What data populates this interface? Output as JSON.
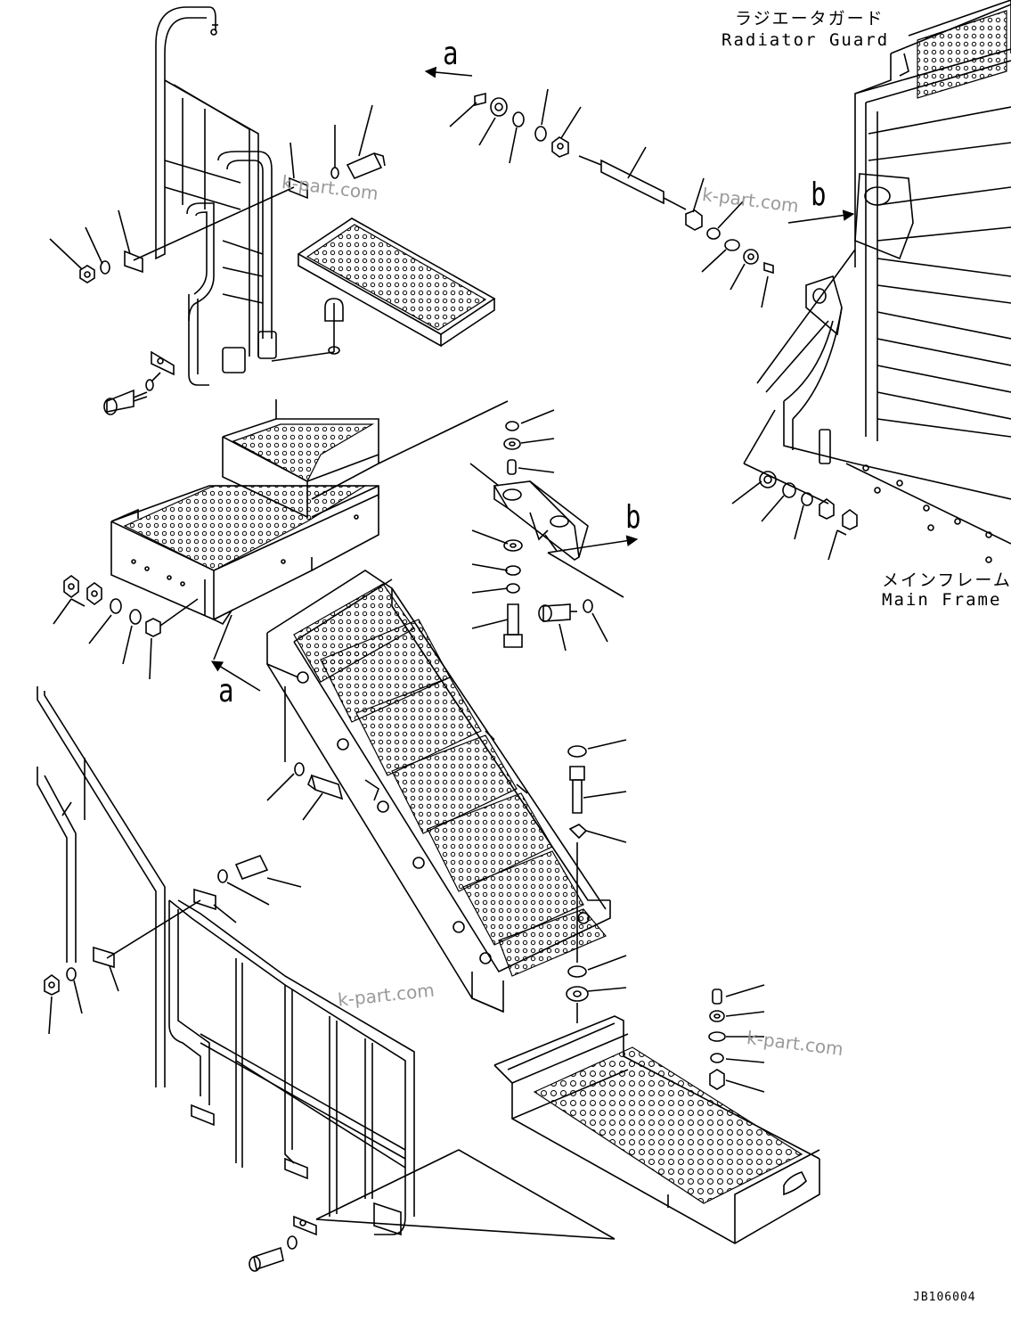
{
  "labels": {
    "radiator_guard_jp": "ラジエータガード",
    "radiator_guard_en": "Radiator Guard",
    "main_frame_jp": "メインフレーム",
    "main_frame_en": "Main Frame"
  },
  "refs": {
    "a": "a",
    "b": "b"
  },
  "watermark": "k-part.com",
  "drawing_code": "JB106004"
}
